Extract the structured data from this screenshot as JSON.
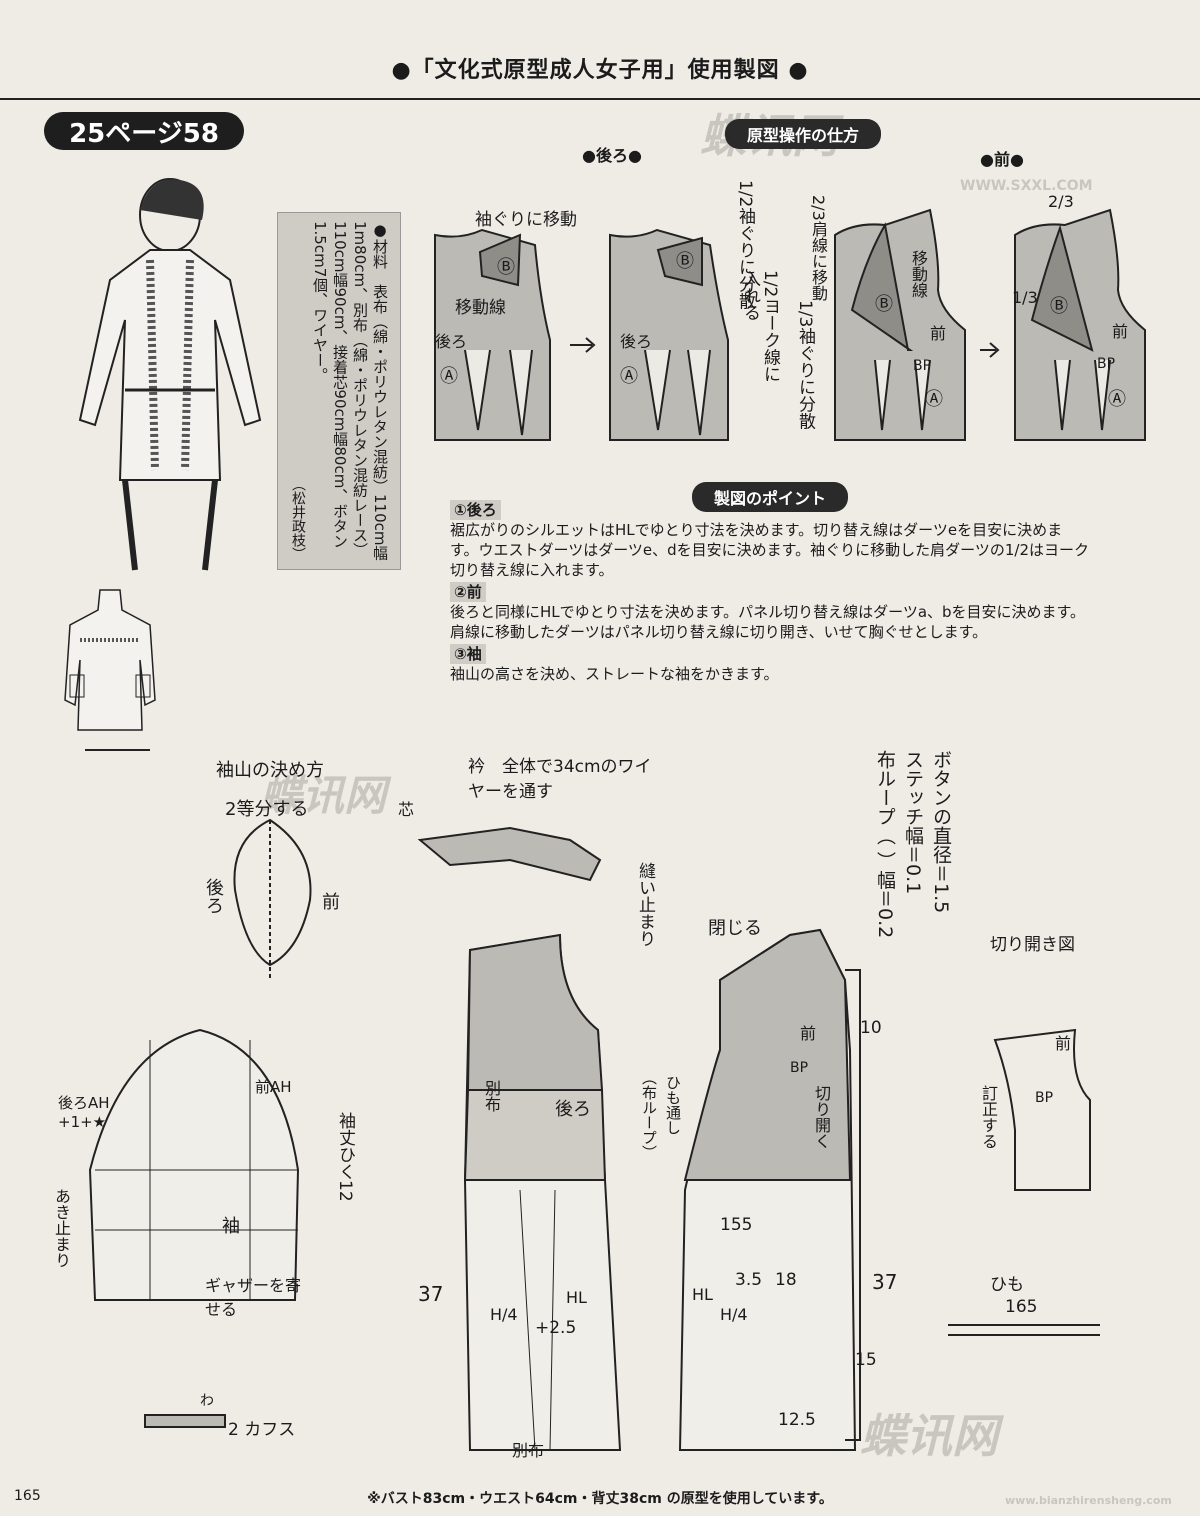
{
  "header": {
    "title": "●「文化式原型成人女子用」使用製図 ●"
  },
  "page_badge": "25ページ58",
  "materials": {
    "text": "●材料　表布（綿・ポリウレタン混紡）110cm幅1m80cm、別布（綿・ポリウレタン混紡レース）110cm幅90cm、接着芯90cm幅80cm、ボタン1.5cm7個、ワイヤー。",
    "author": "（松井政枝）"
  },
  "sections": {
    "operation": "原型操作の仕方",
    "back": "●後ろ●",
    "front": "●前●",
    "points": "製図のポイント"
  },
  "transform": {
    "armhole_move": "袖ぐりに移動",
    "half_armhole_disperse": "1/2袖ぐりに分散",
    "move_line": "移動線",
    "half_yoke": "1/2ヨーク線に入れる",
    "third_armhole": "1/3袖ぐりに分散",
    "two_thirds_shoulder": "2/3肩線に移動",
    "move_line_front": "移動線",
    "back_label": "後ろ",
    "front_label": "前",
    "a": "Ⓐ",
    "b": "Ⓑ",
    "bp": "BP",
    "two_thirds": "2/3",
    "one_third": "1/3"
  },
  "points": [
    {
      "num": "①後ろ",
      "text": "裾広がりのシルエットはHLでゆとり寸法を決めます。切り替え線はダーツeを目安に決めます。ウエストダーツはダーツe、dを目安に決めます。袖ぐりに移動した肩ダーツの1/2はヨーク切り替え線に入れます。"
    },
    {
      "num": "②前",
      "text": "後ろと同様にHLでゆとり寸法を決めます。パネル切り替え線はダーツa、bを目安に決めます。肩線に移動したダーツはパネル切り替え線に切り開き、いせて胸ぐせとします。"
    },
    {
      "num": "③袖",
      "text": "袖山の高さを決め、ストレートな袖をかきます。"
    }
  ],
  "drafting": {
    "sleeve_cap_title": "袖山の決め方",
    "divide_two": "2等分する",
    "front": "前",
    "back": "後ろ",
    "collar_wire": "衿　全体で34cmのワイヤーを通す",
    "interfacing": "芯",
    "sew_stop": "縫い止まり",
    "buttons_col1": "ボタンの直径＝1.5",
    "buttons_col2": "ステッチ幅＝0.1",
    "buttons_col3": "布ループ（ ）幅＝0.2",
    "close": "閉じる",
    "cut_open_view": "切り開き図",
    "correct": "訂正する",
    "back_ah": "後ろAH +1+★",
    "front_ah": "前AH",
    "sleeve_length": "袖丈ひく12",
    "opening_stop": "あき止まり",
    "sleeve": "袖",
    "gather": "ギャザーを寄せる",
    "cuffs": "2 カフス",
    "separate_cloth": "別布",
    "tie_through": "ひも通し",
    "cloth_loop": "（布ループ）",
    "cut_open": "切り開く",
    "tie": "ひも",
    "hl": "HL",
    "h4_plus": "+2.5",
    "h4": "H/4",
    "n37": "37",
    "n165": "165",
    "n155": "155",
    "n35": "3.5",
    "n18": "18",
    "n15": "15",
    "n10": "10",
    "n125": "12.5",
    "wa": "わ"
  },
  "footer": {
    "page_number": "165",
    "note": "※バスト83cm・ウエスト64cm・背丈38cm の原型を使用しています。"
  },
  "watermark": {
    "brand": "蝶讯网",
    "site": "WWW.SXXL.COM",
    "site2": "www.bianzhirensheng.com"
  }
}
